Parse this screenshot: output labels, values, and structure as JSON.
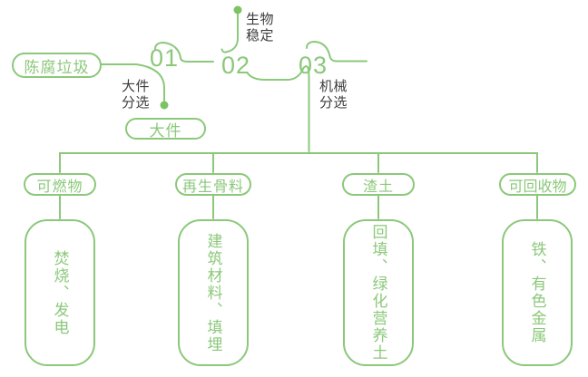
{
  "colors": {
    "line_green": "#8bc87a",
    "dot_green": "#7cc463",
    "label_dark": "#3d3d3d",
    "background": "#ffffff"
  },
  "flow": {
    "source": "陈腐垃圾",
    "steps": [
      {
        "number": "01",
        "label": "大件\n分选",
        "output": "大件"
      },
      {
        "number": "02",
        "label": "生物\n稳定"
      },
      {
        "number": "03",
        "label": "机械\n分选"
      }
    ]
  },
  "outputs": [
    {
      "category": "可燃物",
      "uses": "焚烧、发电"
    },
    {
      "category": "再生骨料",
      "uses": "建筑材料、填埋"
    },
    {
      "category": "渣土",
      "uses": "回填、绿化营养土"
    },
    {
      "category": "可回收物",
      "uses": "铁、有色金属"
    }
  ]
}
